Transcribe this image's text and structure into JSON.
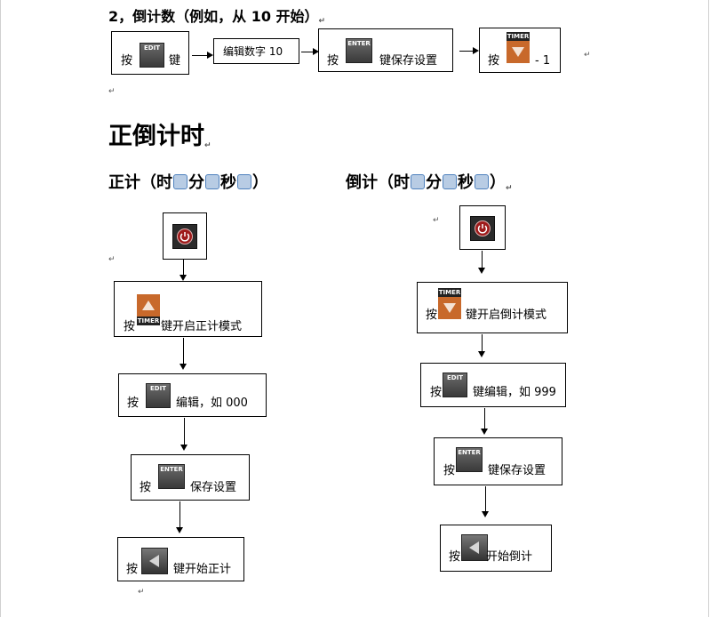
{
  "section2": {
    "heading": "2，倒计数（例如，从 10 开始）",
    "step1": {
      "pre": "按",
      "key": "EDIT",
      "post": "键"
    },
    "step2": {
      "text": "编辑数字 10"
    },
    "step3": {
      "pre": "按",
      "key": "ENTER",
      "post": "键保存设置"
    },
    "step4": {
      "pre": "按",
      "key": "TIMER",
      "post": "- 1"
    }
  },
  "main_title": "正倒计时",
  "count_up": {
    "heading_pre": "正计（时",
    "unit_min": "分",
    "unit_sec": "秒",
    "heading_post": "）",
    "steps": [
      {
        "pre": "按",
        "key": "TIMER",
        "post": "键开启正计模式"
      },
      {
        "pre": "按",
        "key": "EDIT",
        "post": "编辑，如 000"
      },
      {
        "pre": "按",
        "key": "ENTER",
        "post": "保存设置"
      },
      {
        "pre": "按",
        "key": "",
        "post": "键开始正计"
      }
    ]
  },
  "count_down": {
    "heading_pre": "倒计（时",
    "unit_min": "分",
    "unit_sec": "秒",
    "heading_post": "）",
    "steps": [
      {
        "pre": "按",
        "key": "TIMER",
        "post": "键开启倒计模式"
      },
      {
        "pre": "按",
        "key": "EDIT",
        "post": "键编辑，如 999"
      },
      {
        "pre": "按",
        "key": "ENTER",
        "post": "键保存设置"
      },
      {
        "pre": "按",
        "key": "",
        "post": "开始倒计"
      }
    ]
  },
  "paragraph_mark": "↵"
}
